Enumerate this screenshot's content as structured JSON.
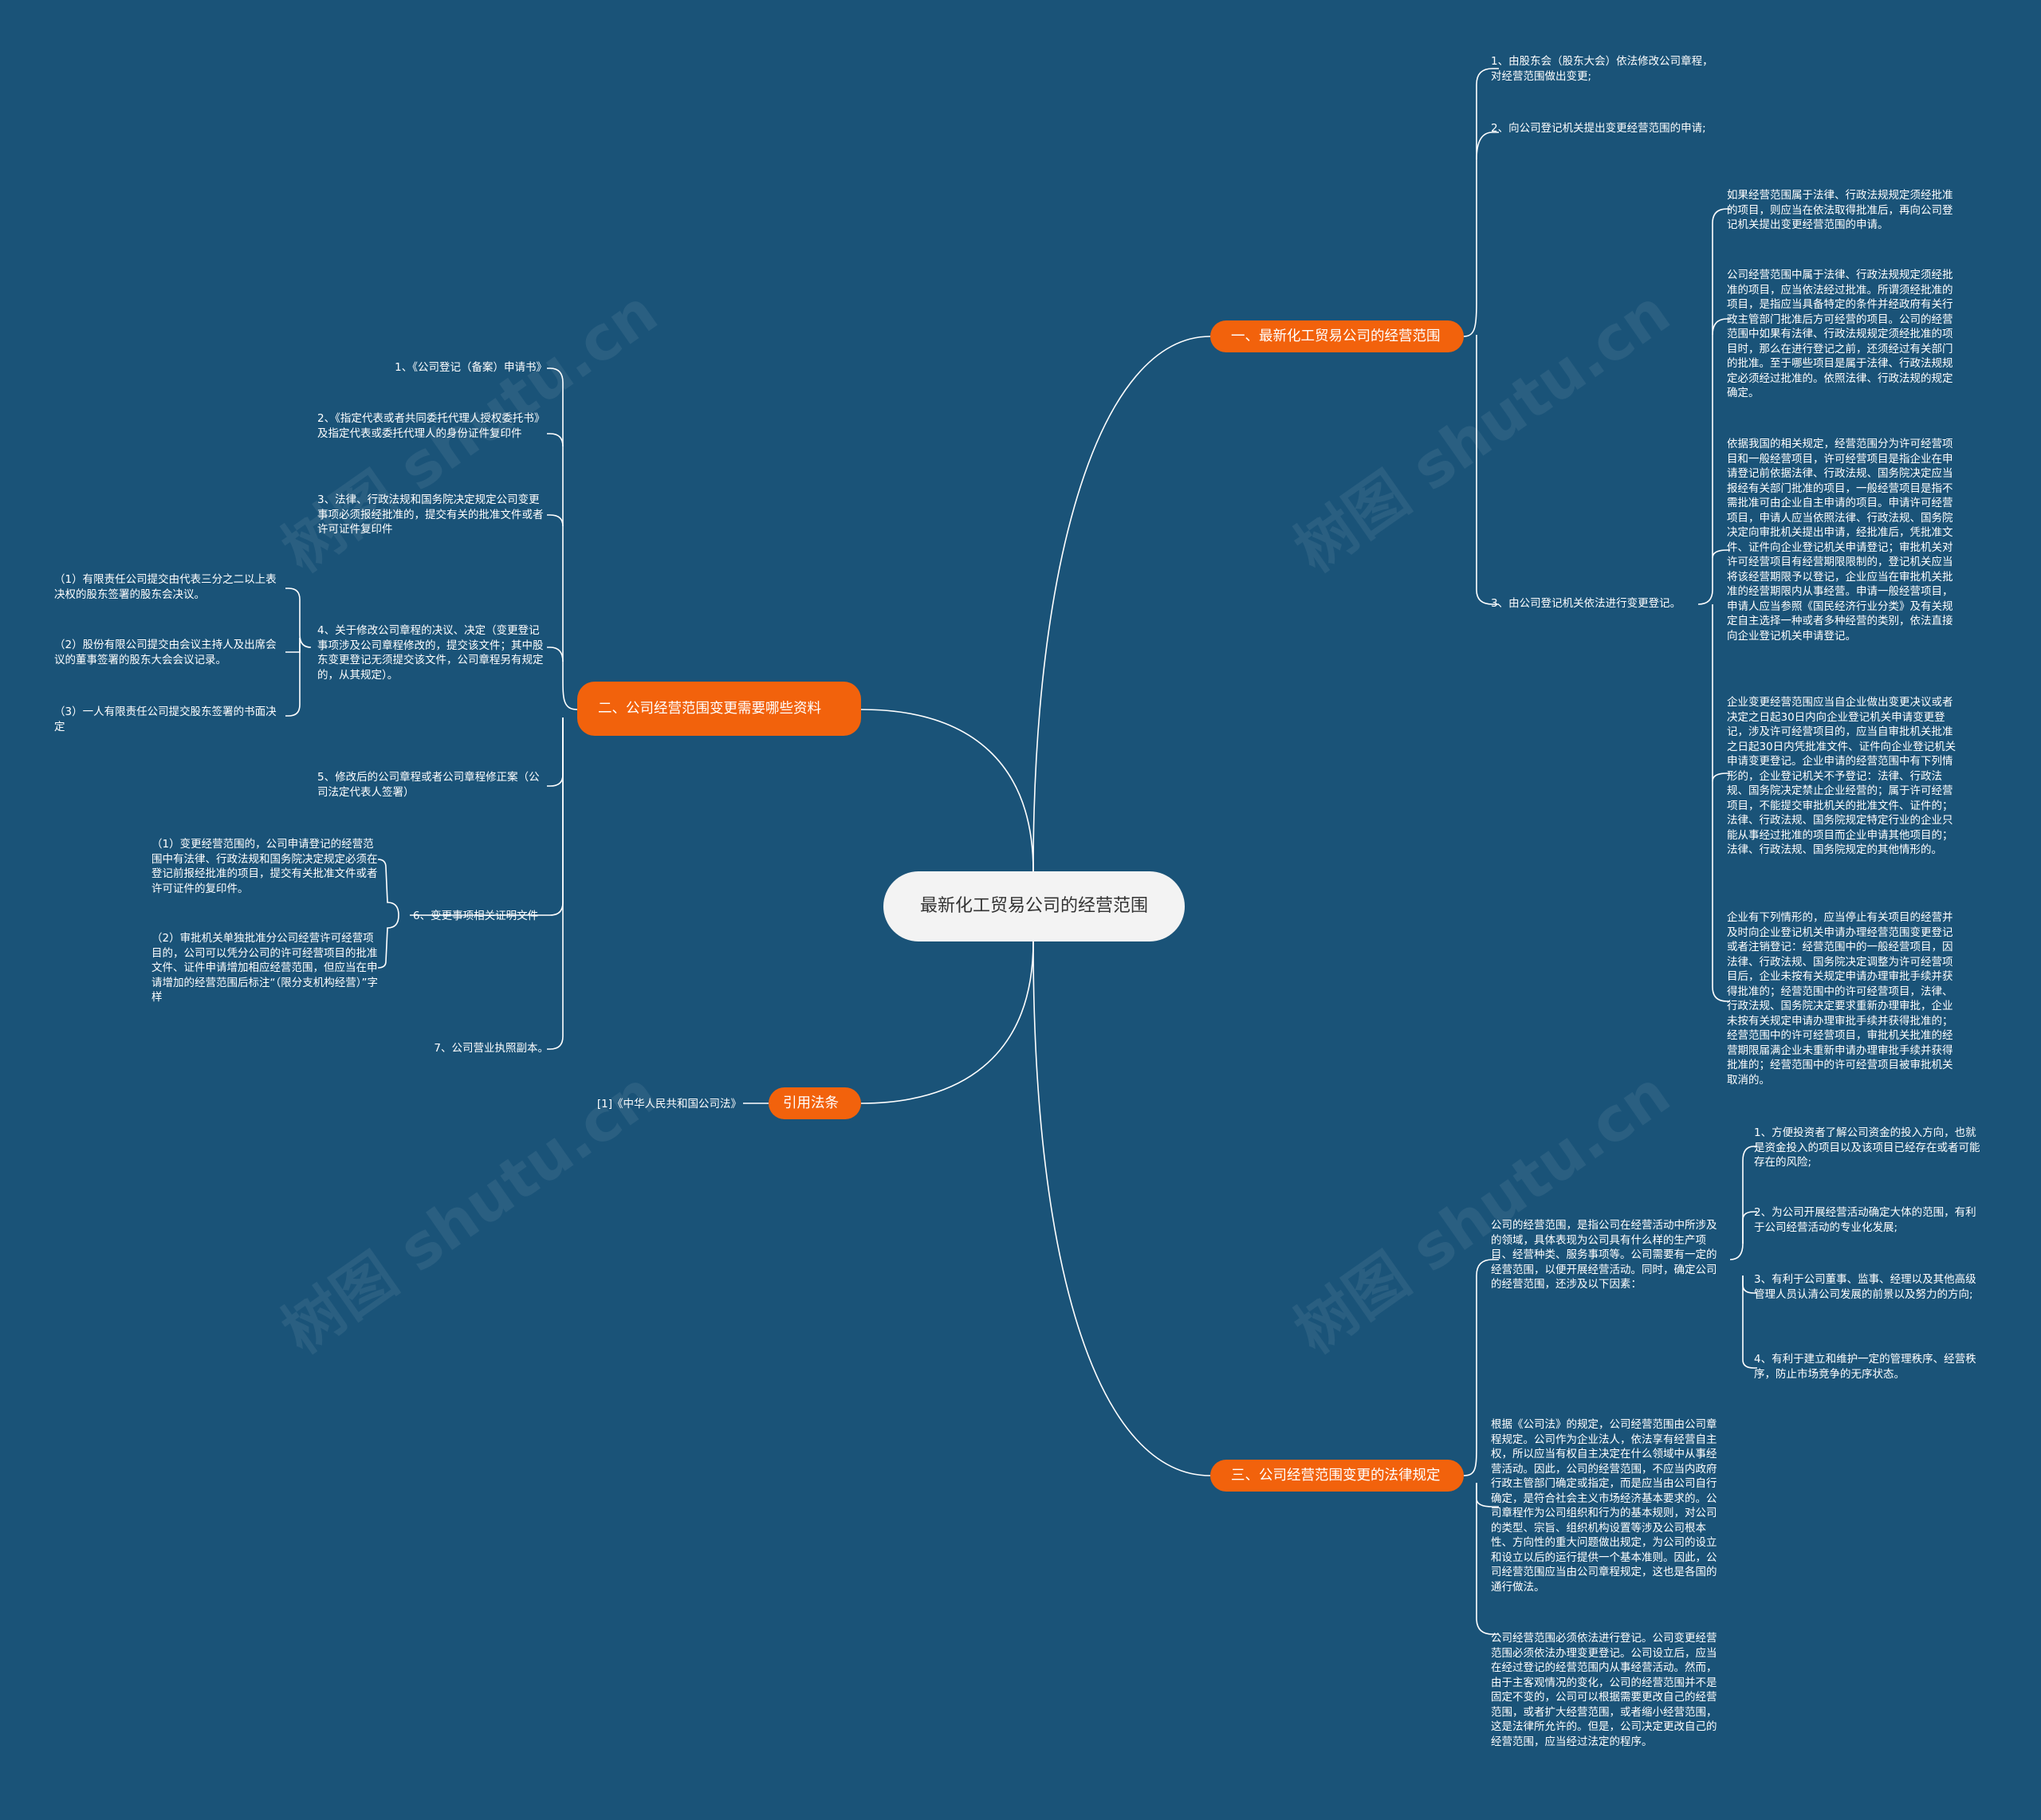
{
  "colors": {
    "background": "#1a5378",
    "topic": "#f2620c",
    "root": "#f3f3f3",
    "line": "#ffffff"
  },
  "root": {
    "label": "最新化工贸易公司的经营范围"
  },
  "watermark": "树图 shutu.cn",
  "branch1": {
    "label": "一、最新化工贸易公司的经营范围",
    "items": [
      "1、由股东会（股东大会）依法修改公司章程，对经营范围做出变更;",
      "2、向公司登记机关提出变更经营范围的申请;",
      "3、由公司登记机关依法进行变更登记。"
    ],
    "details": [
      "如果经营范围属于法律、行政法规规定须经批准的项目，则应当在依法取得批准后，再向公司登记机关提出变更经营范围的申请。",
      "公司经营范围中属于法律、行政法规规定须经批准的项目，应当依法经过批准。所谓须经批准的项目，是指应当具备特定的条件并经政府有关行政主管部门批准后方可经营的项目。公司的经营范围中如果有法律、行政法规规定须经批准的项目时，那么在进行登记之前，还须经过有关部门的批准。至于哪些项目是属于法律、行政法规规定必须经过批准的。依照法律、行政法规的规定确定。",
      "依据我国的相关规定，经营范围分为许可经营项目和一般经营项目，许可经营项目是指企业在申请登记前依据法律、行政法规、国务院决定应当报经有关部门批准的项目，一般经营项目是指不需批准可由企业自主申请的项目。申请许可经营项目，申请人应当依照法律、行政法规、国务院决定向审批机关提出申请，经批准后，凭批准文件、证件向企业登记机关申请登记；审批机关对许可经营项目有经营期限限制的，登记机关应当将该经营期限予以登记，企业应当在审批机关批准的经营期限内从事经营。申请一般经营项目，申请人应当参照《国民经济行业分类》及有关规定自主选择一种或者多种经营的类别，依法直接向企业登记机关申请登记。",
      "企业变更经营范围应当自企业做出变更决议或者决定之日起30日内向企业登记机关申请变更登记，涉及许可经营项目的，应当自审批机关批准之日起30日内凭批准文件、证件向企业登记机关申请变更登记。企业申请的经营范围中有下列情形的，企业登记机关不予登记：法律、行政法规、国务院决定禁止企业经营的；属于许可经营项目，不能提交审批机关的批准文件、证件的；法律、行政法规、国务院规定特定行业的企业只能从事经过批准的项目而企业申请其他项目的；法律、行政法规、国务院规定的其他情形的。",
      "企业有下列情形的，应当停止有关项目的经营并及时向企业登记机关申请办理经营范围变更登记或者注销登记：经营范围中的一般经营项目，因法律、行政法规、国务院决定调整为许可经营项目后，企业未按有关规定申请办理审批手续并获得批准的；经营范围中的许可经营项目，法律、行政法规、国务院决定要求重新办理审批，企业未按有关规定申请办理审批手续并获得批准的；经营范围中的许可经营项目，审批机关批准的经营期限届满企业未重新申请办理审批手续并获得批准的；经营范围中的许可经营项目被审批机关取消的。"
    ]
  },
  "branch2": {
    "label": "二、公司经营范围变更需要哪些资料",
    "items": [
      "1、《公司登记（备案）申请书》",
      "2、《指定代表或者共同委托代理人授权委托书》及指定代表或委托代理人的身份证件复印件",
      "3、法律、行政法规和国务院决定规定公司变更事项必须报经批准的，提交有关的批准文件或者许可证件复印件",
      "4、关于修改公司章程的决议、决定（变更登记事项涉及公司章程修改的，提交该文件；其中股东变更登记无须提交该文件，公司章程另有规定的，从其规定）。",
      "5、修改后的公司章程或者公司章程修正案（公司法定代表人签署）",
      "6、变更事项相关证明文件",
      "7、公司营业执照副本。"
    ],
    "sub4": [
      "（1）有限责任公司提交由代表三分之二以上表决权的股东签署的股东会决议。",
      "（2）股份有限公司提交由会议主持人及出席会议的董事签署的股东大会会议记录。",
      "（3）一人有限责任公司提交股东签署的书面决定"
    ],
    "sub6": [
      "（1）变更经营范围的，公司申请登记的经营范围中有法律、行政法规和国务院决定规定必须在登记前报经批准的项目，提交有关批准文件或者许可证件的复印件。",
      "（2）审批机关单独批准分公司经营许可经营项目的，公司可以凭分公司的许可经营项目的批准文件、证件申请增加相应经营范围，但应当在申请增加的经营范围后标注“（限分支机构经营）”字样"
    ]
  },
  "branch3": {
    "label": "引用法条",
    "items": [
      "[1]《中华人民共和国公司法》"
    ]
  },
  "branch4": {
    "label": "三、公司经营范围变更的法律规定",
    "items": [
      "公司的经营范围，是指公司在经营活动中所涉及的领域，具体表现为公司具有什么样的生产项目、经营种类、服务事项等。公司需要有一定的经营范围，以便开展经营活动。同时，确定公司的经营范围，还涉及以下因素：",
      "根据《公司法》的规定，公司经营范围由公司章程规定。公司作为企业法人，依法享有经营自主权，所以应当有权自主决定在什么领域中从事经营活动。因此，公司的经营范围，不应当内政府行政主管部门确定或指定，而是应当由公司自行确定，是符合社会主义市场经济基本要求的。公司章程作为公司组织和行为的基本规则，对公司的类型、宗旨、组织机构设置等涉及公司根本性、方向性的重大问题做出规定，为公司的设立和设立以后的运行提供一个基本准则。因此，公司经营范围应当由公司章程规定，这也是各国的通行做法。",
      "公司经营范围必须依法进行登记。公司变更经营范围必须依法办理变更登记。公司设立后，应当在经过登记的经营范围内从事经营活动。然而，由于主客观情况的变化，公司的经营范围并不是固定不变的，公司可以根据需要更改自己的经营范围，或者扩大经营范围，或者缩小经营范围，这是法律所允许的。但是，公司决定更改自己的经营范围，应当经过法定的程序。"
    ],
    "factors": [
      "1、方便投资者了解公司资金的投入方向，也就是资金投入的项目以及该项目已经存在或者可能存在的风险;",
      "2、为公司开展经营活动确定大体的范围，有利于公司经营活动的专业化发展;",
      "3、有利于公司董事、监事、经理以及其他高级管理人员认清公司发展的前景以及努力的方向;",
      "4、有利于建立和维护一定的管理秩序、经营秩序，防止市场竞争的无序状态。"
    ]
  }
}
